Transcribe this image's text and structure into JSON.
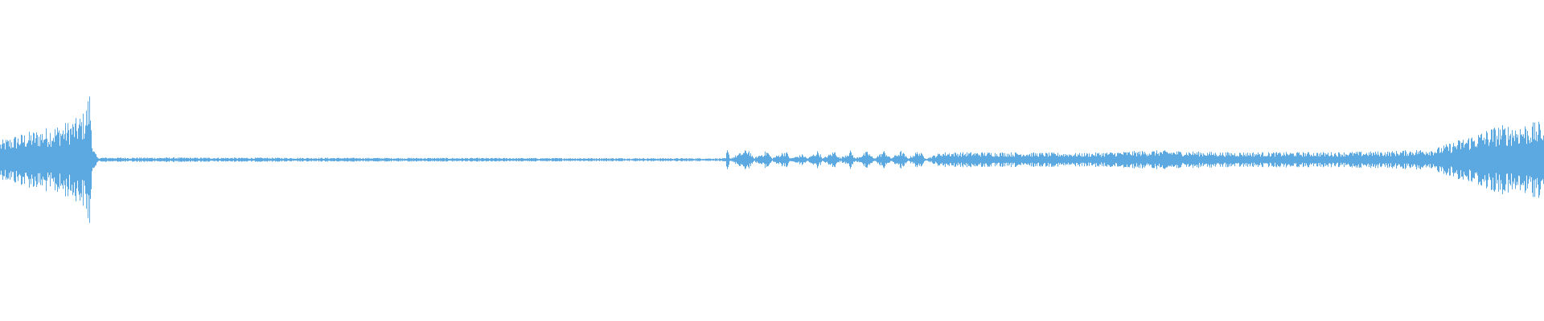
{
  "waveform": {
    "color": "#5ca8e0",
    "background": "#ffffff",
    "amplitude_scale": "linear",
    "samples_per_column": "overview",
    "segments_note_visible_text": "",
    "envelope": [
      {
        "t": 0.0,
        "a": 0.1
      },
      {
        "t": 0.01,
        "a": 0.13
      },
      {
        "t": 0.02,
        "a": 0.15
      },
      {
        "t": 0.03,
        "a": 0.17
      },
      {
        "t": 0.04,
        "a": 0.19
      },
      {
        "t": 0.05,
        "a": 0.22
      },
      {
        "t": 0.055,
        "a": 0.26
      },
      {
        "t": 0.058,
        "a": 0.38
      },
      {
        "t": 0.06,
        "a": 0.06
      },
      {
        "t": 0.063,
        "a": 0.012
      },
      {
        "t": 0.47,
        "a": 0.008
      },
      {
        "t": 0.471,
        "a": 0.06
      },
      {
        "t": 0.473,
        "a": 0.008
      },
      {
        "t": 0.485,
        "a": 0.06
      },
      {
        "t": 0.488,
        "a": 0.008
      },
      {
        "t": 0.497,
        "a": 0.05
      },
      {
        "t": 0.5,
        "a": 0.008
      },
      {
        "t": 0.509,
        "a": 0.05
      },
      {
        "t": 0.512,
        "a": 0.008
      },
      {
        "t": 0.52,
        "a": 0.03
      },
      {
        "t": 0.523,
        "a": 0.008
      },
      {
        "t": 0.53,
        "a": 0.05
      },
      {
        "t": 0.533,
        "a": 0.008
      },
      {
        "t": 0.541,
        "a": 0.05
      },
      {
        "t": 0.544,
        "a": 0.008
      },
      {
        "t": 0.551,
        "a": 0.05
      },
      {
        "t": 0.554,
        "a": 0.008
      },
      {
        "t": 0.562,
        "a": 0.045
      },
      {
        "t": 0.566,
        "a": 0.008
      },
      {
        "t": 0.573,
        "a": 0.05
      },
      {
        "t": 0.577,
        "a": 0.008
      },
      {
        "t": 0.584,
        "a": 0.05
      },
      {
        "t": 0.588,
        "a": 0.008
      },
      {
        "t": 0.595,
        "a": 0.05
      },
      {
        "t": 0.6,
        "a": 0.008
      },
      {
        "t": 0.61,
        "a": 0.04
      },
      {
        "t": 0.65,
        "a": 0.04
      },
      {
        "t": 0.7,
        "a": 0.035
      },
      {
        "t": 0.75,
        "a": 0.05
      },
      {
        "t": 0.79,
        "a": 0.04
      },
      {
        "t": 0.82,
        "a": 0.04
      },
      {
        "t": 0.86,
        "a": 0.04
      },
      {
        "t": 0.9,
        "a": 0.045
      },
      {
        "t": 0.93,
        "a": 0.06
      },
      {
        "t": 0.95,
        "a": 0.12
      },
      {
        "t": 0.97,
        "a": 0.18
      },
      {
        "t": 1.0,
        "a": 0.2
      }
    ]
  }
}
